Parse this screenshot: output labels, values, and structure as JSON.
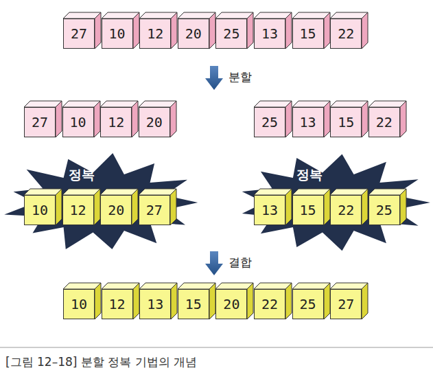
{
  "diagram": {
    "caption": "[그림 12–18] 분할 정복 기법의 개념",
    "nodes": [
      {
        "text": [
          "27"
        ]
      },
      {
        "text": [
          "10"
        ]
      },
      {
        "text": [
          "12"
        ]
      },
      {
        "text": [
          "20"
        ]
      },
      {
        "text": [
          "25"
        ]
      },
      {
        "text": [
          "13"
        ]
      },
      {
        "text": [
          "15"
        ]
      },
      {
        "text": [
          "22"
        ]
      },
      {
        "text": [
          "27"
        ]
      },
      {
        "text": [
          "10"
        ]
      },
      {
        "text": [
          "12"
        ]
      },
      {
        "text": [
          "20"
        ]
      },
      {
        "text": [
          "25"
        ]
      },
      {
        "text": [
          "13"
        ]
      },
      {
        "text": [
          "15"
        ]
      },
      {
        "text": [
          "22"
        ]
      },
      {
        "text": [
          "정복"
        ]
      },
      {
        "text": [
          "10"
        ],
        "in": 16
      },
      {
        "text": [
          "12"
        ],
        "in": 16
      },
      {
        "text": [
          "20"
        ],
        "in": 16
      },
      {
        "text": [
          "27"
        ],
        "in": 16
      },
      {
        "text": [
          "정복"
        ]
      },
      {
        "text": [
          "13"
        ],
        "in": 21
      },
      {
        "text": [
          "15"
        ],
        "in": 21
      },
      {
        "text": [
          "22"
        ],
        "in": 21
      },
      {
        "text": [
          "25"
        ],
        "in": 21
      },
      {
        "text": [
          "10"
        ]
      },
      {
        "text": [
          "12"
        ]
      },
      {
        "text": [
          "13"
        ]
      },
      {
        "text": [
          "15"
        ]
      },
      {
        "text": [
          "20"
        ]
      },
      {
        "text": [
          "22"
        ]
      },
      {
        "text": [
          "25"
        ]
      },
      {
        "text": [
          "27"
        ]
      }
    ],
    "labels": [
      "분할",
      "결합"
    ]
  }
}
